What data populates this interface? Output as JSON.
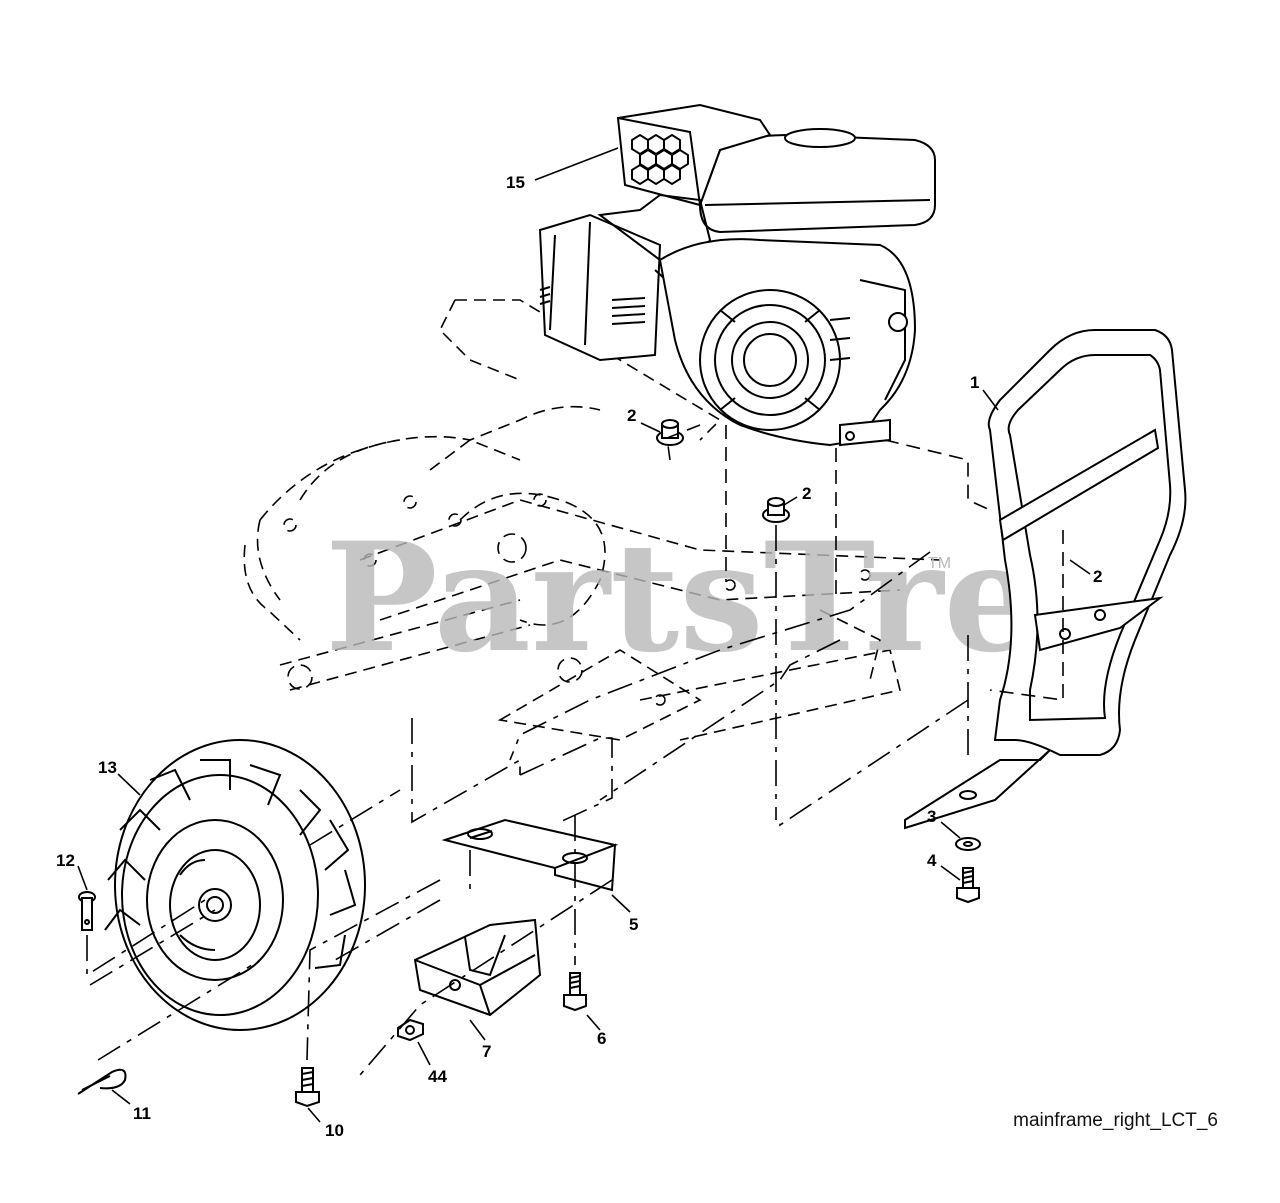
{
  "watermark": {
    "text": "PartsTree",
    "tm": "TM"
  },
  "caption": "mainframe_right_LCT_6",
  "callouts": {
    "c1": "1",
    "c2a": "2",
    "c2b": "2",
    "c2c": "2",
    "c3": "3",
    "c4": "4",
    "c5": "5",
    "c6": "6",
    "c7": "7",
    "c10": "10",
    "c11": "11",
    "c12": "12",
    "c13": "13",
    "c15": "15",
    "c44": "44"
  }
}
